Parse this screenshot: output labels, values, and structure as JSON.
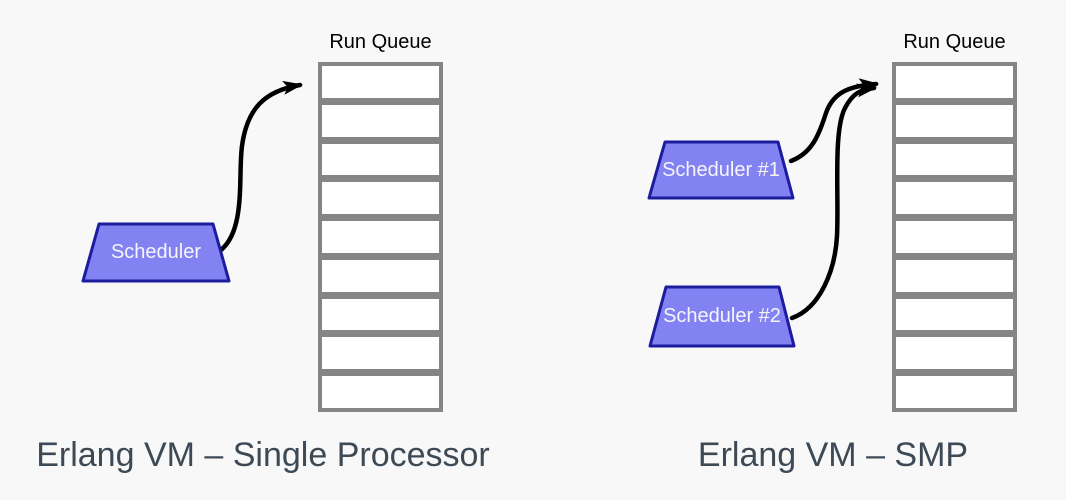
{
  "colors": {
    "background": "#f8f8f8",
    "queue_border": "#858585",
    "queue_fill": "#ffffff",
    "queue_title_text": "#000000",
    "trapezoid_fill": "#8282f2",
    "trapezoid_border": "#1c1c9e",
    "trapezoid_text": "#f5f5fa",
    "arrow": "#000000",
    "caption_text": "#3d4a56"
  },
  "left_diagram": {
    "queue_title": "Run Queue",
    "queue_cells": 9,
    "scheduler_label": "Scheduler",
    "caption": "Erlang VM – Single Processor"
  },
  "right_diagram": {
    "queue_title": "Run Queue",
    "queue_cells": 9,
    "scheduler1_label": "Scheduler #1",
    "scheduler2_label": "Scheduler #2",
    "caption": "Erlang VM – SMP"
  }
}
